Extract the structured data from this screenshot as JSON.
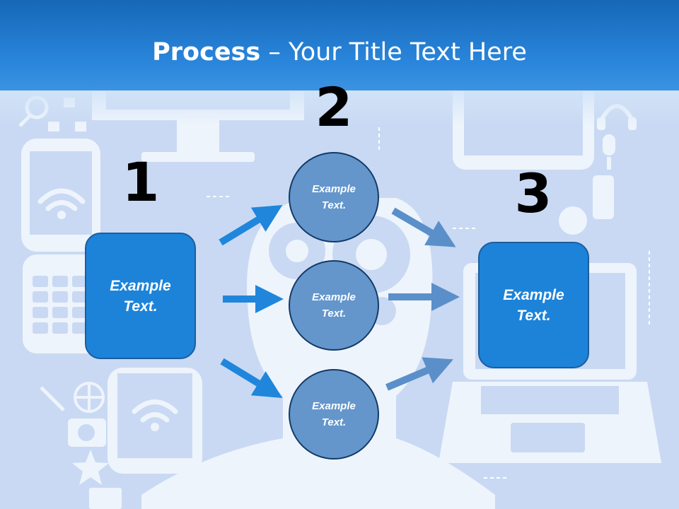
{
  "title": {
    "bold": "Process",
    "rest": " – Your Title Text Here"
  },
  "steps": [
    {
      "number": "1",
      "box_text": "Example\nText."
    },
    {
      "number": "2"
    },
    {
      "number": "3",
      "box_text": "Example\nText."
    }
  ],
  "circles": [
    {
      "text": "Example\nText."
    },
    {
      "text": "Example\nText."
    },
    {
      "text": "Example\nText."
    }
  ],
  "colors": {
    "header": "#1e7ad0",
    "background": "#c9d9f3",
    "box": "#1c83d9",
    "circle": "#6496cc",
    "arrow_left": "#1f86dc",
    "arrow_right": "#5b8fc9"
  },
  "background_icons": [
    "monitor-icon",
    "mobile-phone-icon",
    "flip-phone-icon",
    "wifi-icon",
    "gears-icon",
    "head-silhouette-icon",
    "laptop-icon",
    "tablet-icon",
    "headphones-icon",
    "microphone-icon",
    "camera-icon",
    "globe-icon",
    "paperclip-icon",
    "star-icon",
    "sitemap-icon",
    "magnifier-icon",
    "upload-icon"
  ]
}
